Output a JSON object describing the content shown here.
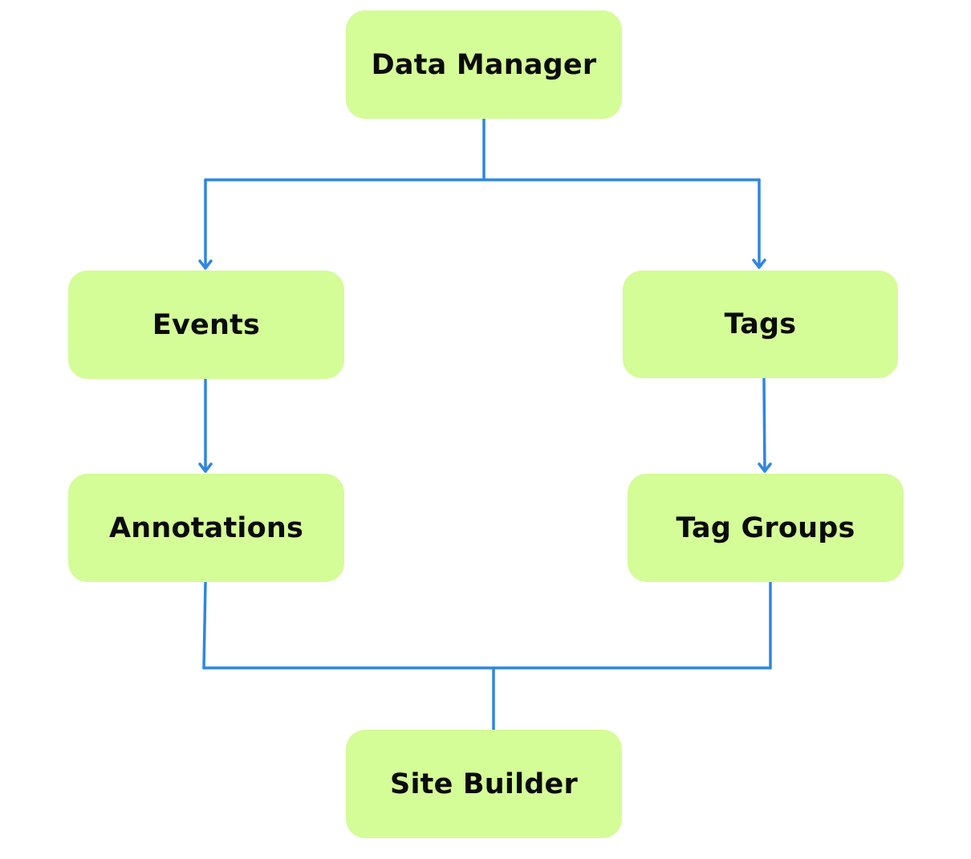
{
  "colors": {
    "node_fill": "#d4fc97",
    "connector": "#2f86e0",
    "text": "#0b0b0b",
    "background": "#ffffff"
  },
  "nodes": {
    "data_manager": "Data Manager",
    "events": "Events",
    "tags": "Tags",
    "annotations": "Annotations",
    "tag_groups": "Tag Groups",
    "site_builder": "Site Builder"
  }
}
